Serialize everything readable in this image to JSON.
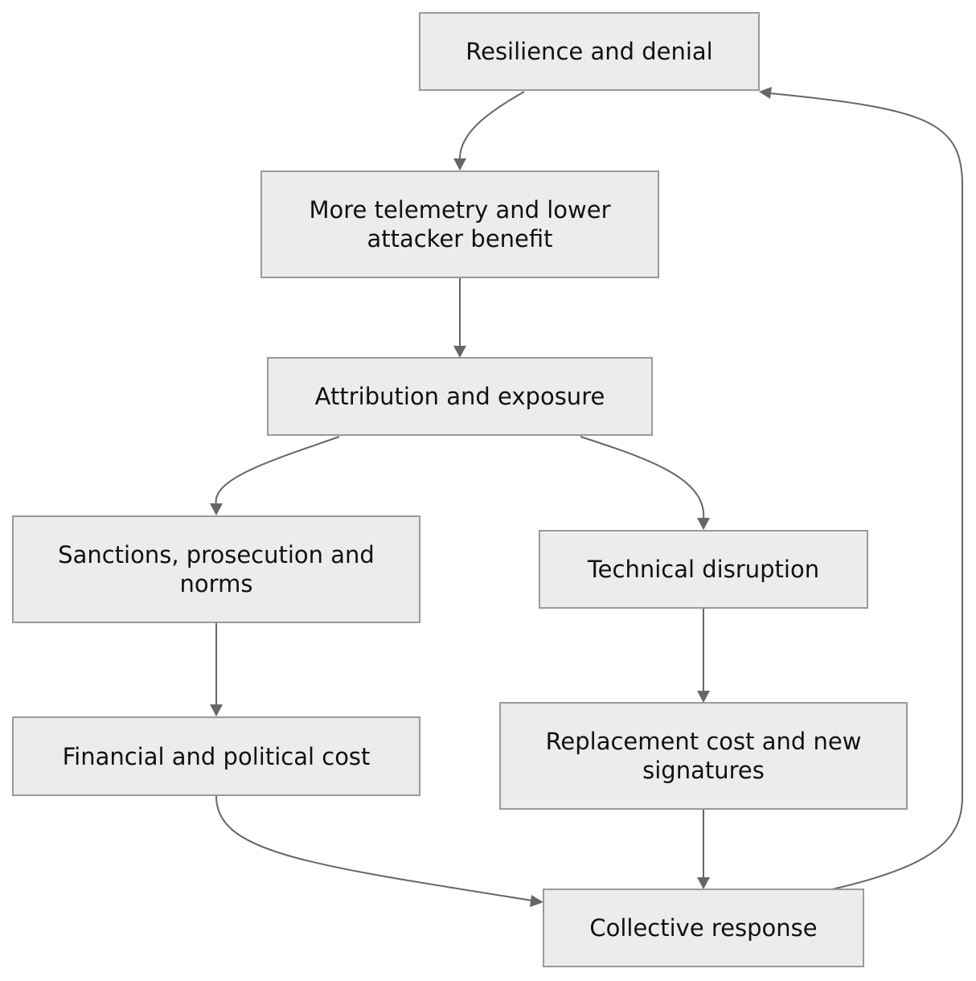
{
  "diagram": {
    "nodes": {
      "resilience": "Resilience and denial",
      "telemetry": "More telemetry and lower attacker benefit",
      "attribution": "Attribution and exposure",
      "sanctions": "Sanctions, prosecution and norms",
      "technical": "Technical disruption",
      "financial": "Financial and political cost",
      "replacement": "Replacement cost and new signatures",
      "collective": "Collective response"
    },
    "edges": [
      {
        "from": "resilience",
        "to": "telemetry"
      },
      {
        "from": "telemetry",
        "to": "attribution"
      },
      {
        "from": "attribution",
        "to": "sanctions"
      },
      {
        "from": "attribution",
        "to": "technical"
      },
      {
        "from": "sanctions",
        "to": "financial"
      },
      {
        "from": "technical",
        "to": "replacement"
      },
      {
        "from": "financial",
        "to": "collective"
      },
      {
        "from": "replacement",
        "to": "collective"
      },
      {
        "from": "collective",
        "to": "resilience"
      }
    ],
    "colors": {
      "node_fill": "#ececec",
      "node_border": "#9a9a9a",
      "edge": "#666666",
      "text": "#111111"
    }
  }
}
